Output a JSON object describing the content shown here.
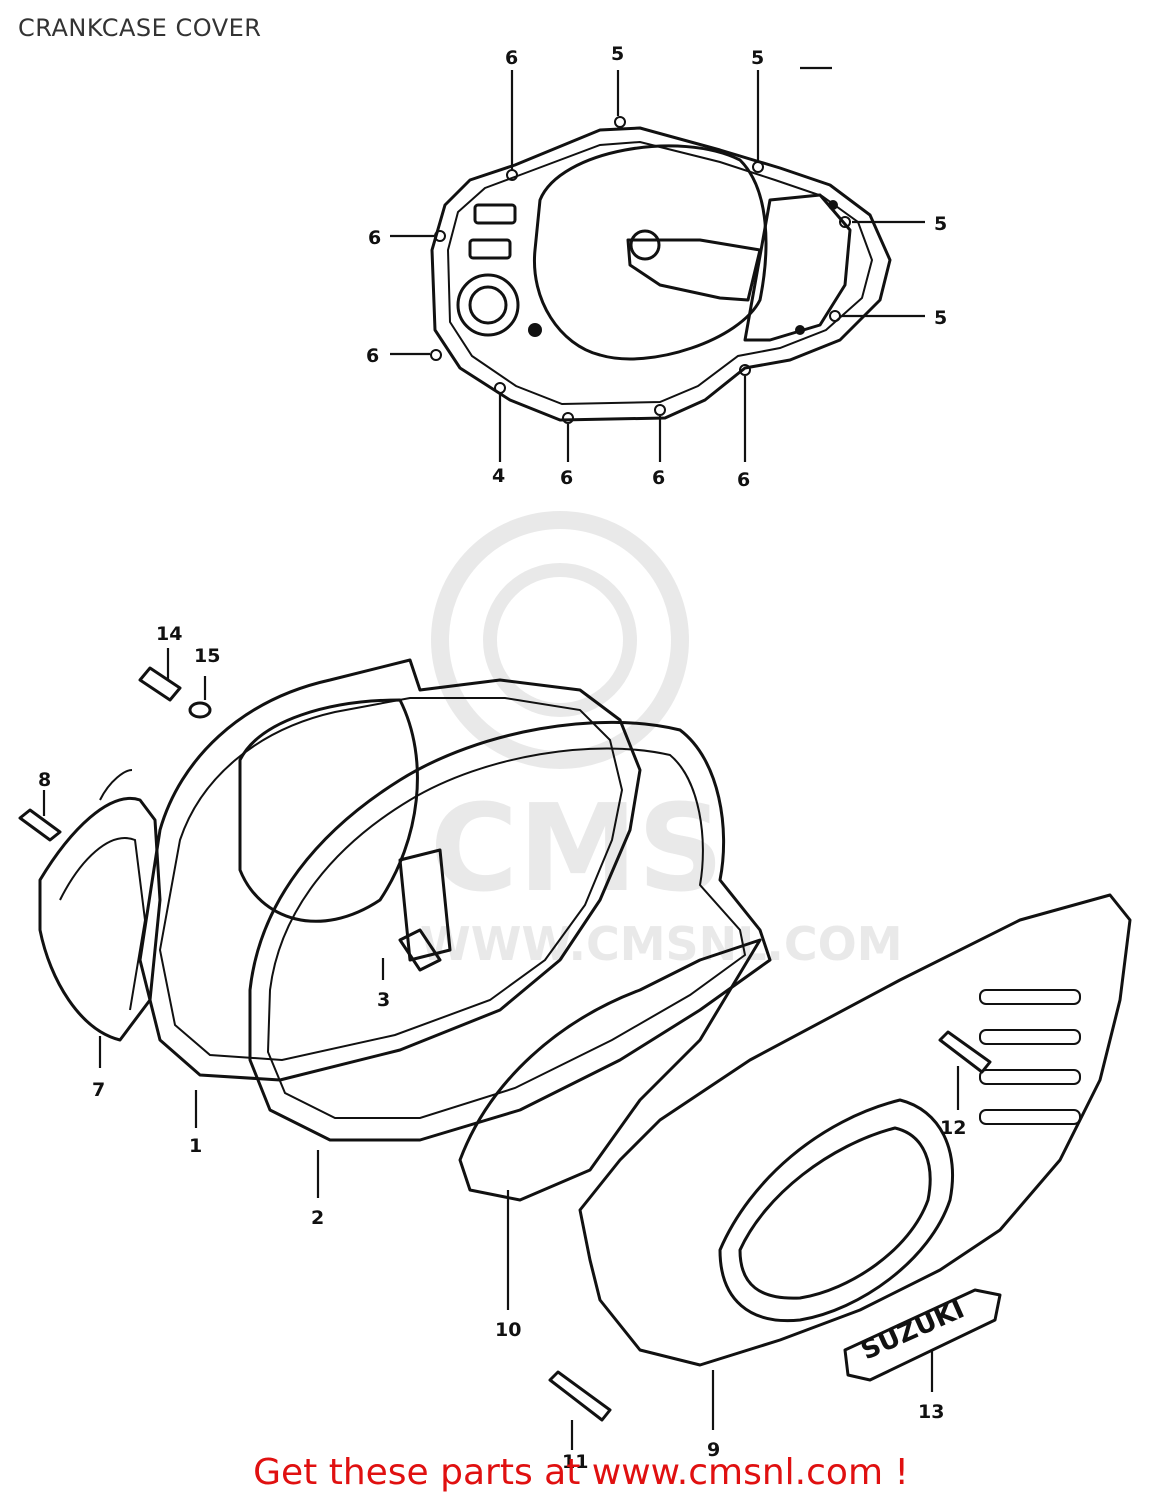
{
  "title": "CRANKCASE COVER",
  "footer": {
    "text": "Get these parts at www.cmsnl.com !"
  },
  "watermark": {
    "text": "CMS",
    "url_text": "WWW.CMSNL.COM"
  },
  "logo_text": "SUZUKI",
  "labels": {
    "top_6a": "6",
    "top_5a": "5",
    "top_5b": "5",
    "top_5c": "5",
    "top_5d": "5",
    "top_6b": "6",
    "top_6c": "6",
    "top_4": "4",
    "top_6d": "6",
    "top_6e": "6",
    "top_6f": "6",
    "p1": "1",
    "p2": "2",
    "p3": "3",
    "p7": "7",
    "p8": "8",
    "p9": "9",
    "p10": "10",
    "p11": "11",
    "p12": "12",
    "p13": "13",
    "p14": "14",
    "p15": "15"
  },
  "colors": {
    "line": "#111111",
    "footer": "#e01010",
    "watermark": "#d8d8d8"
  }
}
